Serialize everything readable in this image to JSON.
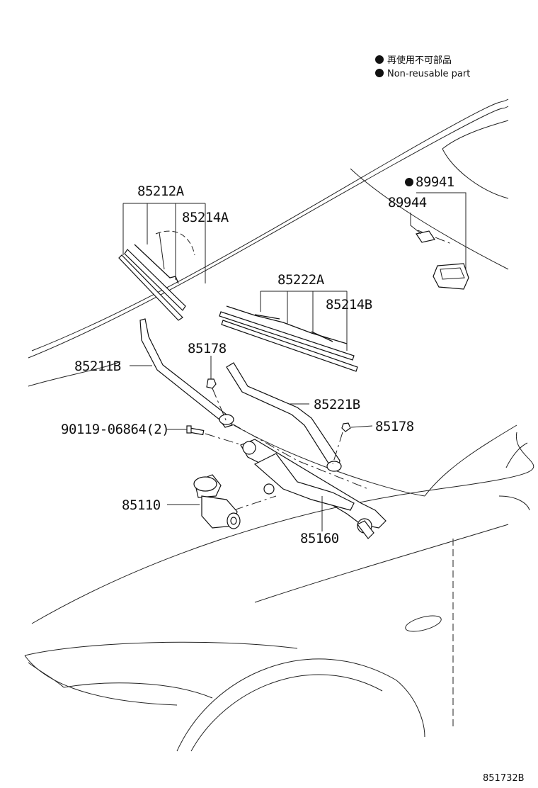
{
  "legend": {
    "items": [
      {
        "label": "再使用不可部品",
        "color": "#111111"
      },
      {
        "label": "Non-reusable part",
        "color": "#111111"
      }
    ]
  },
  "parts": {
    "p85212A": "85212A",
    "p85214A": "85214A",
    "p85222A": "85222A",
    "p85214B": "85214B",
    "p85178_top": "85178",
    "p85178_right": "85178",
    "p85211B": "85211B",
    "p85221B": "85221B",
    "p90119": "90119-06864(2)",
    "p85110": "85110",
    "p85160": "85160",
    "p89941": "89941",
    "p89944": "89944"
  },
  "figure_number": "851732B",
  "icons": {
    "non_reusable_marker": "filled-circle-icon"
  }
}
